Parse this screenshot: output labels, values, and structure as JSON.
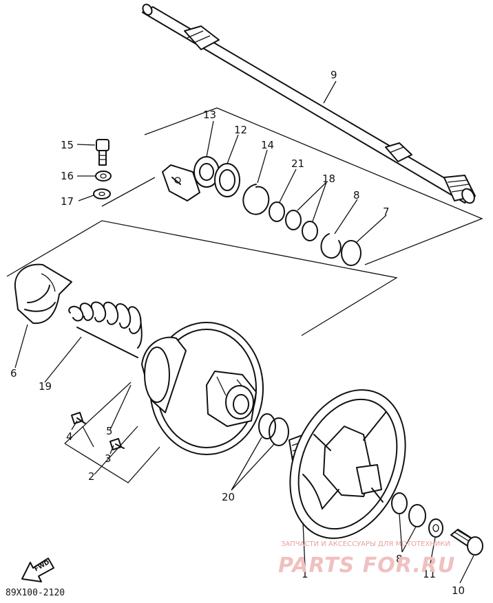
{
  "callouts": {
    "c1": "1",
    "c2": "2",
    "c3": "3",
    "c4": "4",
    "c5": "5",
    "c6": "6",
    "c7": "7",
    "c8a": "8",
    "c8b": "8",
    "c9": "9",
    "c10": "10",
    "c11": "11",
    "c12": "12",
    "c13": "13",
    "c14": "14",
    "c15": "15",
    "c16": "16",
    "c17": "17",
    "c18a": "18",
    "c19": "19",
    "c20": "20",
    "c21": "21"
  },
  "fwd_label": "FWD",
  "diagram_code": "89X100-2120",
  "watermark": {
    "tagline": "ЗАПЧАСТИ И АКСЕССУАРЫ ДЛЯ МОТОТЕХНИКИ",
    "brand": "PARTS FOR.RU"
  },
  "colors": {
    "line": "#111111",
    "background": "#ffffff",
    "watermark": "#f0c0c0"
  }
}
